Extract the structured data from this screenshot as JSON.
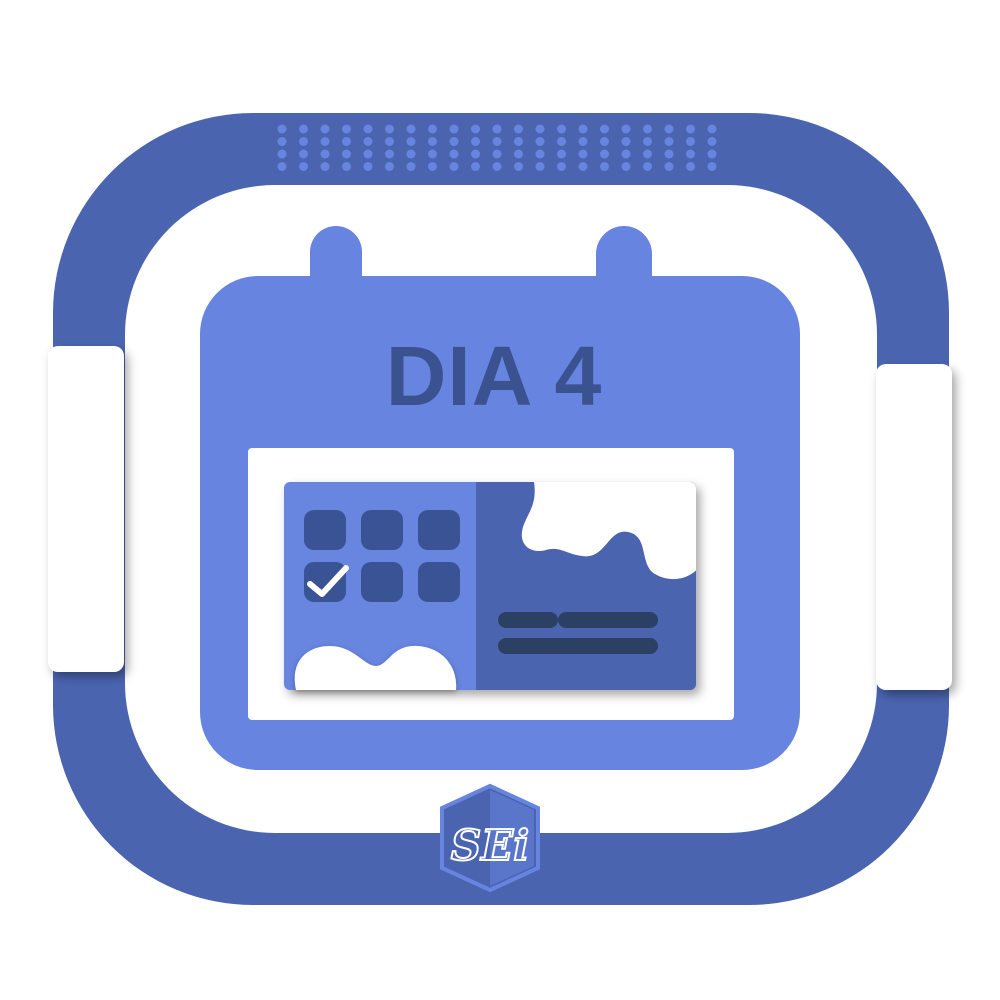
{
  "calendar": {
    "title": "DIA 4"
  },
  "badge": {
    "logo_text": "SEi"
  },
  "colors": {
    "frame": "#4a64b0",
    "calendar": "#6785e0",
    "title": "#3b5291",
    "panel_left": "#6785e0",
    "panel_right": "#4a64b0",
    "tile": "#3a5394",
    "line": "#2c4063",
    "white": "#ffffff",
    "badge": "#5b76c7"
  },
  "icons": [
    "calendar-icon",
    "checkmark-icon",
    "badge-logo"
  ]
}
